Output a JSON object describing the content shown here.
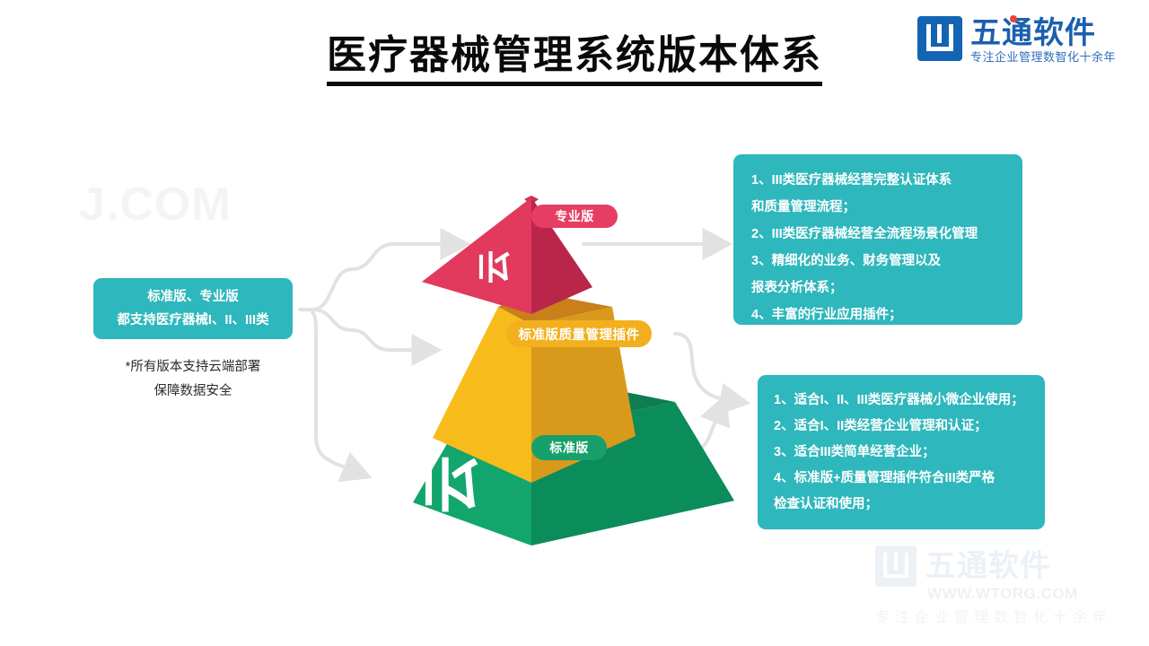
{
  "header": {
    "logo": {
      "name": "五通软件",
      "tagline": "专注企业管理数智化十余年",
      "mark_icon": "wutong-logo-icon",
      "color": "#1464b4"
    }
  },
  "title": "医疗器械管理系统版本体系",
  "watermarks": {
    "left": "J.COM",
    "bottom_right": {
      "name": "五通软件",
      "url": "WWW.WTORG.COM",
      "tagline": "专注企业管理数智化十余年"
    }
  },
  "left_card": {
    "lines": [
      "标准版、专业版",
      "都支持医疗器械I、II、III类"
    ],
    "color": "#2eb7bc"
  },
  "left_note": {
    "lines": [
      "*所有版本支持云端部署",
      "保障数据安全"
    ]
  },
  "pyramid": {
    "tiers": [
      {
        "key": "professional",
        "label": "专业版",
        "glyph": "云",
        "color_left": "#e13a5c",
        "color_right": "#b9264a",
        "color_top": "#c9325a"
      },
      {
        "key": "quality_plugin",
        "label": "标准版质量管理插件",
        "glyph": "",
        "color_left": "#f7bb1c",
        "color_right": "#d99a1c",
        "color_top": "#c9801a"
      },
      {
        "key": "standard",
        "label": "标准版",
        "glyph": "云",
        "color_left": "#12a66d",
        "color_right": "#0b8c5b",
        "color_top": "#0f7d52"
      }
    ]
  },
  "top_right_card": {
    "lines": [
      "1、III类医疗器械经营完整认证体系",
      "和质量管理流程；",
      "2、III类医疗器械经营全流程场景化管理",
      "3、精细化的业务、财务管理以及",
      "报表分析体系；",
      "4、丰富的行业应用插件；"
    ],
    "color": "#2eb7bc"
  },
  "bottom_right_card": {
    "lines": [
      "1、适合I、II、III类医疗器械小微企业使用；",
      "2、适合I、II类经营企业管理和认证；",
      "3、适合III类简单经营企业；",
      "4、标准版+质量管理插件符合III类严格",
      "检查认证和使用；"
    ],
    "color": "#2eb7bc"
  },
  "connectors": {
    "arrow_color": "#e2e2e2",
    "left_branches": 3,
    "right_branches": 3
  }
}
